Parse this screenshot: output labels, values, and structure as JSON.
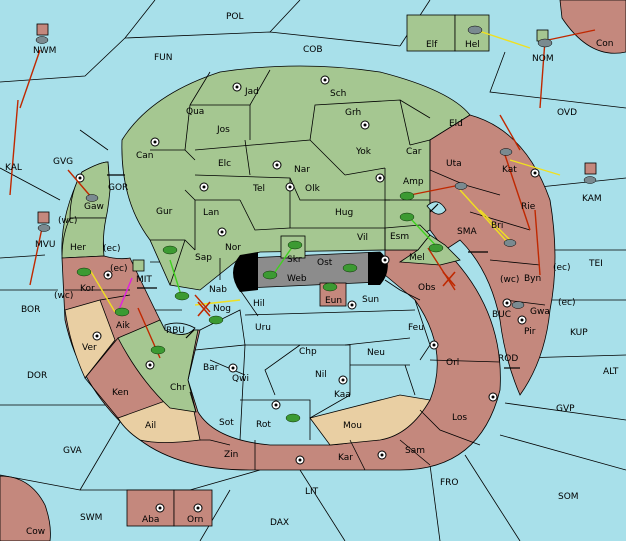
{
  "colors": {
    "sea": "#a8e0ea",
    "land": "#a5c791",
    "enemy": "#c4887d",
    "neutral": "#e9cfa3",
    "dark": "#8c8c8c",
    "army": "#3c9a32",
    "move_red": "#c02800",
    "move_yellow": "#f0e020",
    "move_green": "#40d020",
    "move_magenta": "#e020e0"
  },
  "labels": {
    "POL": "POL",
    "COB": "COB",
    "FUN": "FUN",
    "NWM": "NWM",
    "KAL": "KAL",
    "GVG": "GVG",
    "GOR": "GOR",
    "Gaw": "Gaw",
    "wc1": "(wc)",
    "MVU": "MVU",
    "Her": "Her",
    "ec1": "(ec)",
    "MIT": "MIT",
    "BOR": "BOR",
    "Kor": "Kor",
    "wc2": "(wc)",
    "ec2": "(ec)",
    "Aik": "Aik",
    "RBU": "RBU",
    "Ver": "Ver",
    "DOR": "DOR",
    "Ken": "Ken",
    "Chr": "Chr",
    "Ail": "Ail",
    "GVA": "GVA",
    "SWM": "SWM",
    "Cow": "Cow",
    "Aba": "Aba",
    "Orn": "Orn",
    "DAX": "DAX",
    "LIT": "LIT",
    "Zin": "Zin",
    "Kar": "Kar",
    "Sam": "Sam",
    "FRO": "FRO",
    "SOM": "SOM",
    "Los": "Los",
    "GVP": "GVP",
    "ALT": "ALT",
    "ROD": "ROD",
    "KUP": "KUP",
    "Pir": "Pir",
    "Gwa": "Gwa",
    "ec3": "(ec)",
    "BUC": "BUC",
    "wc3": "(wc)",
    "Byn": "Byn",
    "ec4": "(ec)",
    "TEI": "TEI",
    "Rie": "Rie",
    "KAM": "KAM",
    "Kat": "Kat",
    "Bri": "Bri",
    "SMA": "SMA",
    "OVD": "OVD",
    "NOM": "NOM",
    "Con": "Con",
    "Elf": "Elf",
    "Hel": "Hel",
    "Jad": "Jad",
    "Sch": "Sch",
    "Qua": "Qua",
    "Jos": "Jos",
    "Grh": "Grh",
    "Eld": "Eld",
    "Can": "Can",
    "Elc": "Elc",
    "Nar": "Nar",
    "Yok": "Yok",
    "Car": "Car",
    "Uta": "Uta",
    "Tel": "Tel",
    "Olk": "Olk",
    "Amp": "Amp",
    "Gur": "Gur",
    "Lan": "Lan",
    "Hug": "Hug",
    "Nor": "Nor",
    "Vil": "Vil",
    "Esm": "Esm",
    "Mel": "Mel",
    "Sap": "Sap",
    "Skr": "Skr",
    "Ost": "Ost",
    "Web": "Web",
    "Nab": "Nab",
    "Eun": "Eun",
    "Hil": "Hil",
    "Nog": "Nog",
    "Sun": "Sun",
    "Obs": "Obs",
    "Uru": "Uru",
    "Feu": "Feu",
    "Chp": "Chp",
    "Neu": "Neu",
    "Bar": "Bar",
    "Qwi": "Qwi",
    "Nil": "Nil",
    "Orl": "Orl",
    "Kaa": "Kaa",
    "Sot": "Sot",
    "Rot": "Rot",
    "Mou": "Mou"
  }
}
